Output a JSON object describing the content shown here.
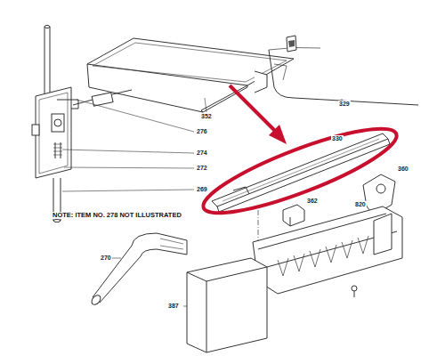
{
  "diagram": {
    "labels": [
      "352",
      "329",
      "276",
      "274",
      "272",
      "269",
      "NOTE: ITEM NO. 278 NOT ILLUSTRATED",
      "330",
      "360",
      "362",
      "820",
      "270",
      "387"
    ]
  }
}
